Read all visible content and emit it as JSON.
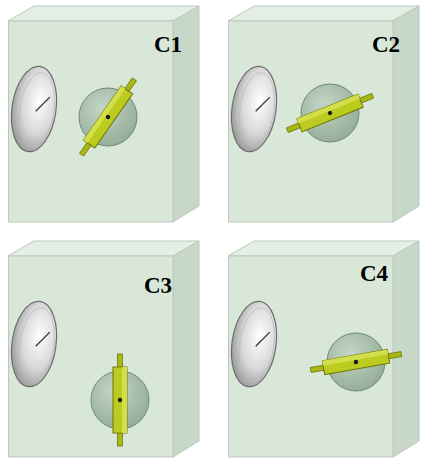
{
  "diagram": {
    "nodes": [
      {
        "text": [
          "C1"
        ]
      },
      {
        "text": [
          "C2"
        ]
      },
      {
        "text": [
          "C3"
        ]
      },
      {
        "text": [
          "C4"
        ]
      }
    ]
  }
}
